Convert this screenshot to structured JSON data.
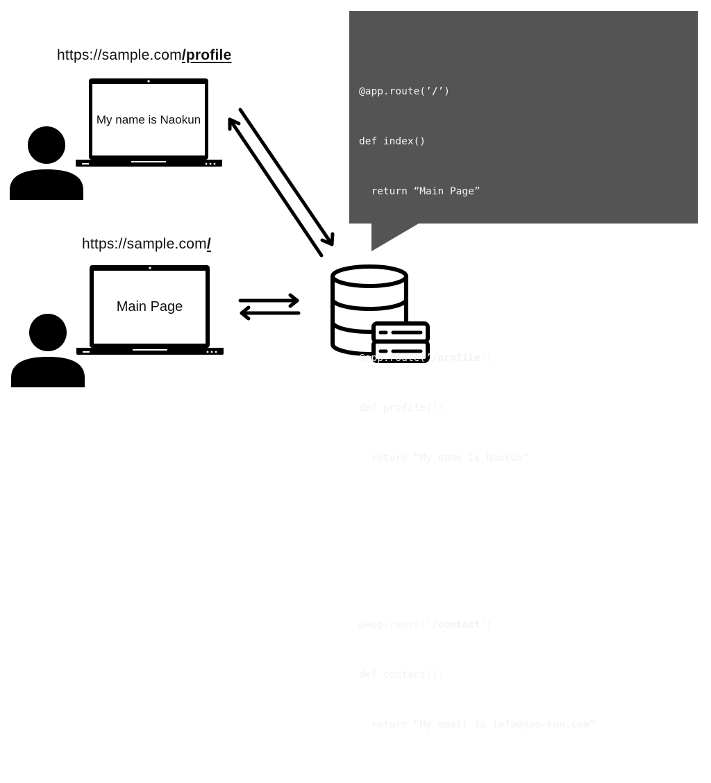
{
  "top_client": {
    "url_base": "https://sample.com",
    "url_path": "/profile",
    "screen_text": "My name is Naokun"
  },
  "bottom_client": {
    "url_base": "https://sample.com",
    "url_path": "/",
    "screen_text": "Main Page"
  },
  "server_code": {
    "blocks": [
      {
        "decorator_prefix": "@app.route(’",
        "path": "/",
        "decorator_suffix": "’)",
        "def_line": "def index()",
        "return_line": "  return “Main Page”"
      },
      {
        "decorator_prefix": "@app.route(’",
        "path": "/profile",
        "decorator_suffix": "’)",
        "def_line": "def profile():",
        "return_line": "  return “My name is Naokun”"
      },
      {
        "decorator_prefix": "@app.route(’",
        "path": "/contact",
        "decorator_suffix": "’)",
        "def_line": "def contact():",
        "return_line": "  return “My email is info@nao-kun.com”"
      }
    ]
  },
  "colors": {
    "code_bg": "#545454",
    "code_text": "#f2f2f2",
    "ink": "#000000"
  }
}
